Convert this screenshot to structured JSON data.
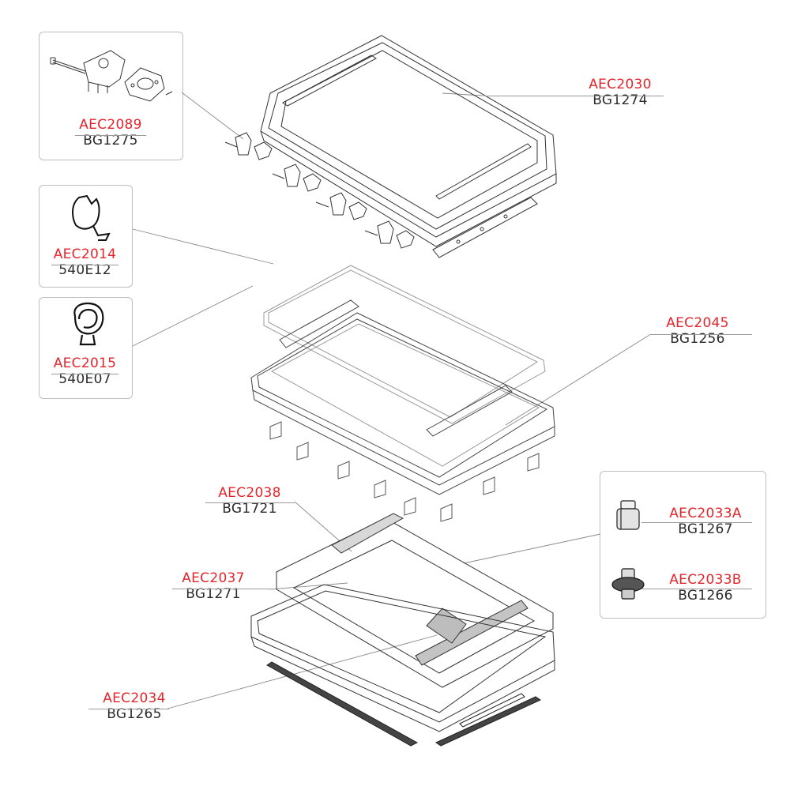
{
  "parts": {
    "aec2030": {
      "code": "AEC2030",
      "ref": "BG1274"
    },
    "aec2089": {
      "code": "AEC2089",
      "ref": "BG1275"
    },
    "aec2014": {
      "code": "AEC2014",
      "ref": "540E12"
    },
    "aec2015": {
      "code": "AEC2015",
      "ref": "540E07"
    },
    "aec2045": {
      "code": "AEC2045",
      "ref": "BG1256"
    },
    "aec2038": {
      "code": "AEC2038",
      "ref": "BG1721"
    },
    "aec2037": {
      "code": "AEC2037",
      "ref": "BG1271"
    },
    "aec2033a": {
      "code": "AEC2033A",
      "ref": "BG1267"
    },
    "aec2033b": {
      "code": "AEC2033B",
      "ref": "BG1266"
    },
    "aec2034": {
      "code": "AEC2034",
      "ref": "BG1265"
    }
  },
  "colors": {
    "code": "#e3262d",
    "ref": "#2b2b2b",
    "line": "#555555",
    "frame": "#bfbfbf"
  }
}
